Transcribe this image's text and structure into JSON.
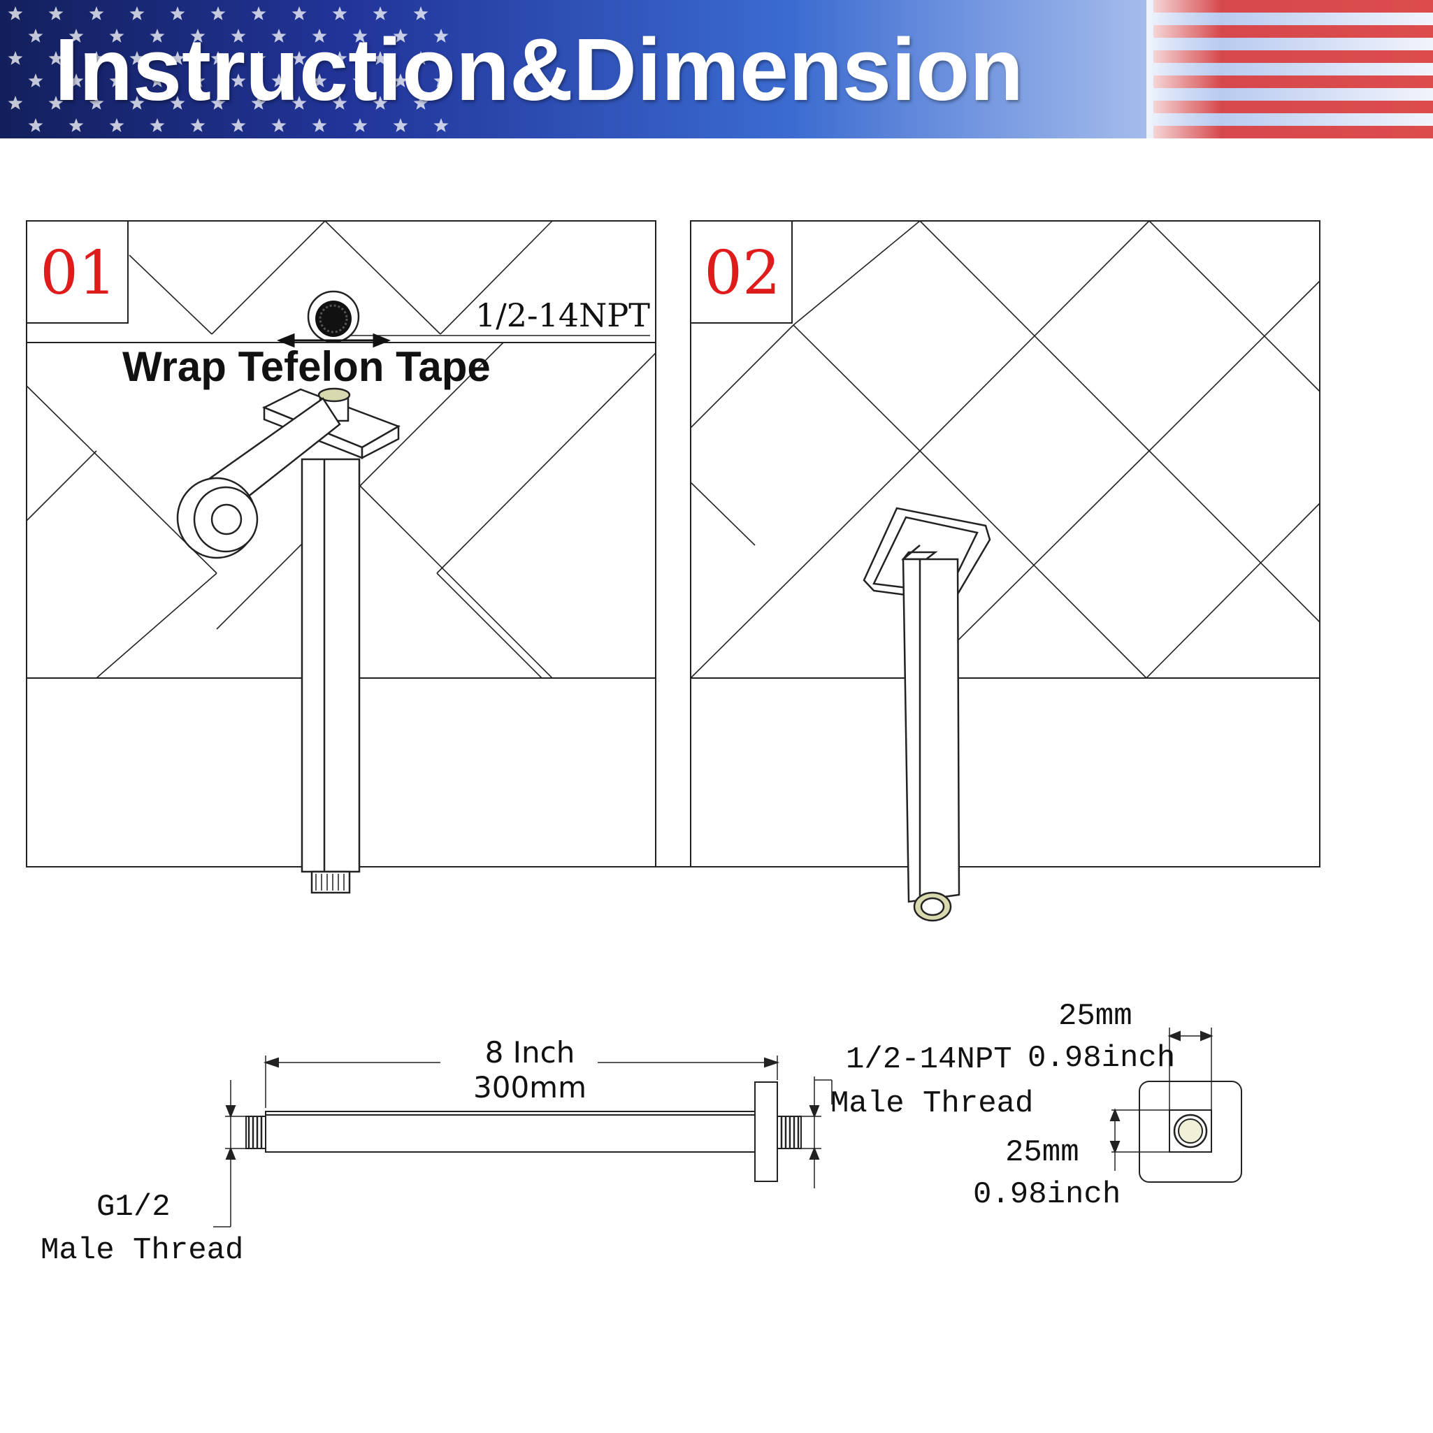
{
  "header": {
    "title": "Instruction&Dimension",
    "colors": {
      "navy": "#1c2a78",
      "blue": "#3f6fcf",
      "red": "#d93a3a",
      "white": "#ffffff"
    }
  },
  "step1": {
    "number": "01",
    "thread_label": "1/2-14NPT",
    "tape_label": "Wrap Tefelon Tape"
  },
  "step2": {
    "number": "02"
  },
  "dimensions": {
    "length_inch": "8 Inch",
    "length_mm": "300mm",
    "inlet_thread_label": "1/2-14NPT",
    "inlet_thread_type": "Male Thread",
    "outlet_thread_label": "G1/2",
    "outlet_thread_type": "Male Thread",
    "width_mm": "25mm",
    "width_inch": "0.98inch",
    "height_mm": "25mm",
    "height_inch": "0.98inch"
  },
  "colors": {
    "step_number": "#e01b1b",
    "line": "#222222"
  }
}
